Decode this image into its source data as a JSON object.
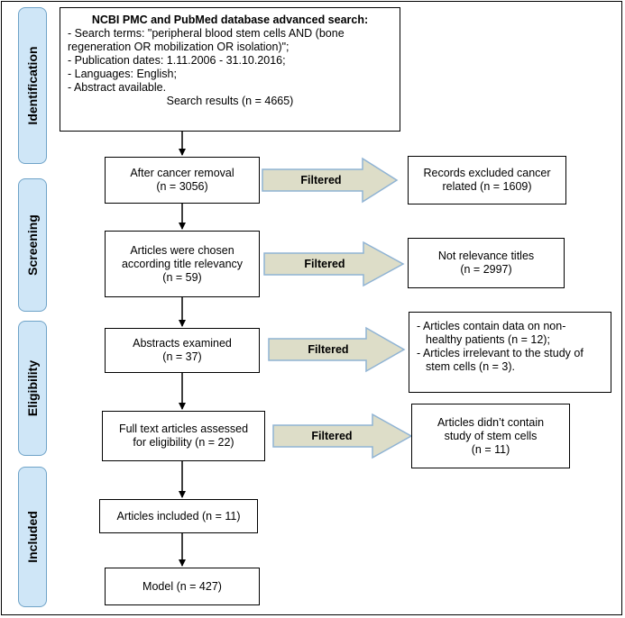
{
  "stages": [
    "Identification",
    "Screening",
    "Eligibility",
    "Included"
  ],
  "search_box": {
    "title": "NCBI PMC and PubMed database advanced search:",
    "lines": [
      "- Search terms: \"peripheral blood stem cells AND (bone",
      "regeneration OR mobilization OR isolation)\";",
      "- Publication dates: 1.11.2006 - 31.10.2016;",
      "- Languages: English;",
      "- Abstract available."
    ],
    "result": "Search results (n = 4665)"
  },
  "steps": [
    {
      "lines": [
        "After cancer removal",
        "(n = 3056)"
      ]
    },
    {
      "lines": [
        "Articles were chosen",
        "according title relevancy",
        "(n = 59)"
      ]
    },
    {
      "lines": [
        "Abstracts examined",
        "(n = 37)"
      ]
    },
    {
      "lines": [
        "Full text articles assessed",
        "for eligibility (n = 22)"
      ]
    },
    {
      "lines": [
        "Articles included (n = 11)"
      ]
    },
    {
      "lines": [
        "Model (n = 427)"
      ]
    }
  ],
  "filter_label": "Filtered",
  "excluded": [
    {
      "lines": [
        "Records excluded cancer",
        "related (n = 1609)"
      ]
    },
    {
      "lines": [
        "Not relevance titles",
        "(n = 2997)"
      ]
    },
    {
      "lines": [
        "- Articles contain data on non-",
        "healthy patients (n = 12);",
        "- Articles irrelevant to the study of",
        "stem cells (n = 3)."
      ]
    },
    {
      "lines": [
        "Articles didn’t contain",
        "study of stem cells",
        "(n = 11)"
      ]
    }
  ],
  "colors": {
    "stage_fill": "#cfe6f7",
    "stage_border": "#6fa3c8",
    "arrow_fill": "#ddddc8",
    "arrow_border": "#8fb3d4"
  }
}
